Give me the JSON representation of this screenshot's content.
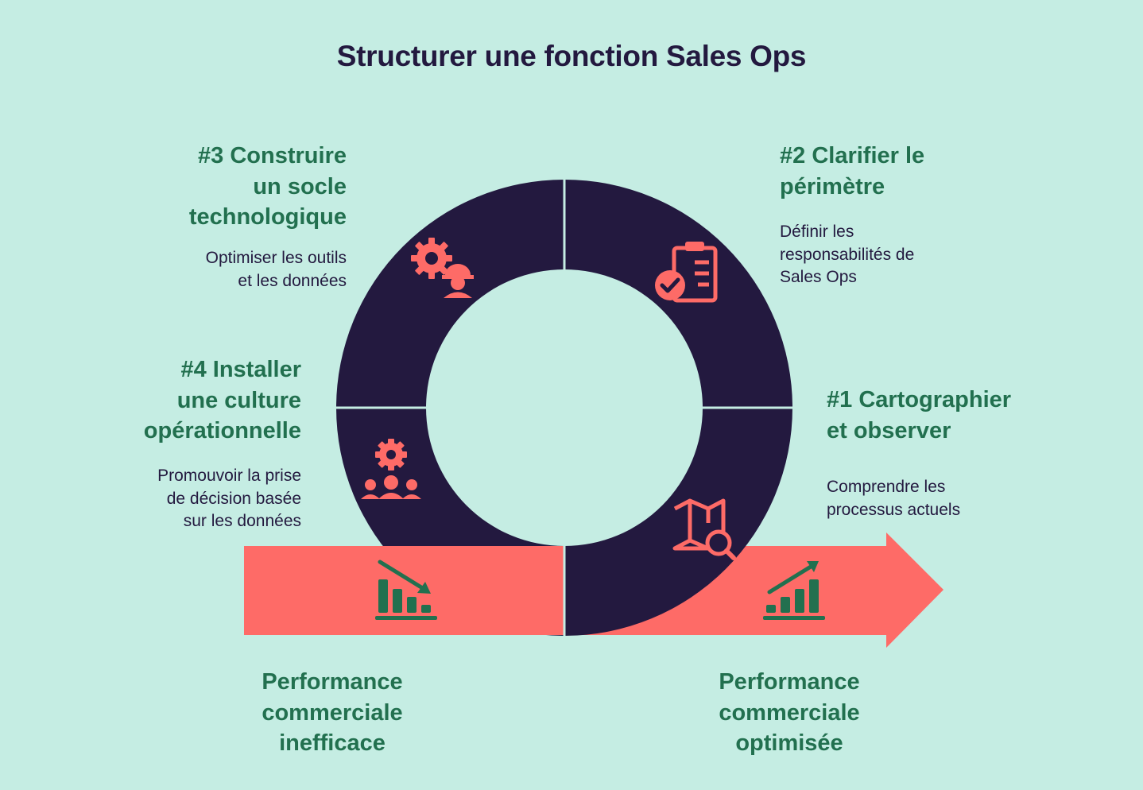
{
  "title": "Structurer une fonction Sales Ops",
  "colors": {
    "background": "#c5ede3",
    "ring": "#23193f",
    "accent": "#fe6b67",
    "green": "#22704f",
    "text": "#23193f"
  },
  "steps": [
    {
      "title_lines": [
        "#1 Cartographier",
        "et observer"
      ],
      "desc_lines": [
        "Comprendre les",
        "processus actuels"
      ],
      "icon": "map-search-icon"
    },
    {
      "title_lines": [
        "#2 Clarifier le",
        "périmètre"
      ],
      "desc_lines": [
        "Définir les",
        "responsabilités de",
        "Sales Ops"
      ],
      "icon": "clipboard-check-icon"
    },
    {
      "title_lines": [
        "#3 Construire",
        "un socle",
        "technologique"
      ],
      "desc_lines": [
        "Optimiser les outils",
        "et les données"
      ],
      "icon": "gear-worker-icon"
    },
    {
      "title_lines": [
        "#4 Installer",
        "une culture",
        "opérationnelle"
      ],
      "desc_lines": [
        "Promouvoir la prise",
        "de décision basée",
        "sur les données"
      ],
      "icon": "gear-team-icon"
    }
  ],
  "outcomes": {
    "before": {
      "lines": [
        "Performance",
        "commerciale",
        "inefficace"
      ],
      "icon": "chart-down-icon"
    },
    "after": {
      "lines": [
        "Performance",
        "commerciale",
        "optimisée"
      ],
      "icon": "chart-up-icon"
    }
  }
}
